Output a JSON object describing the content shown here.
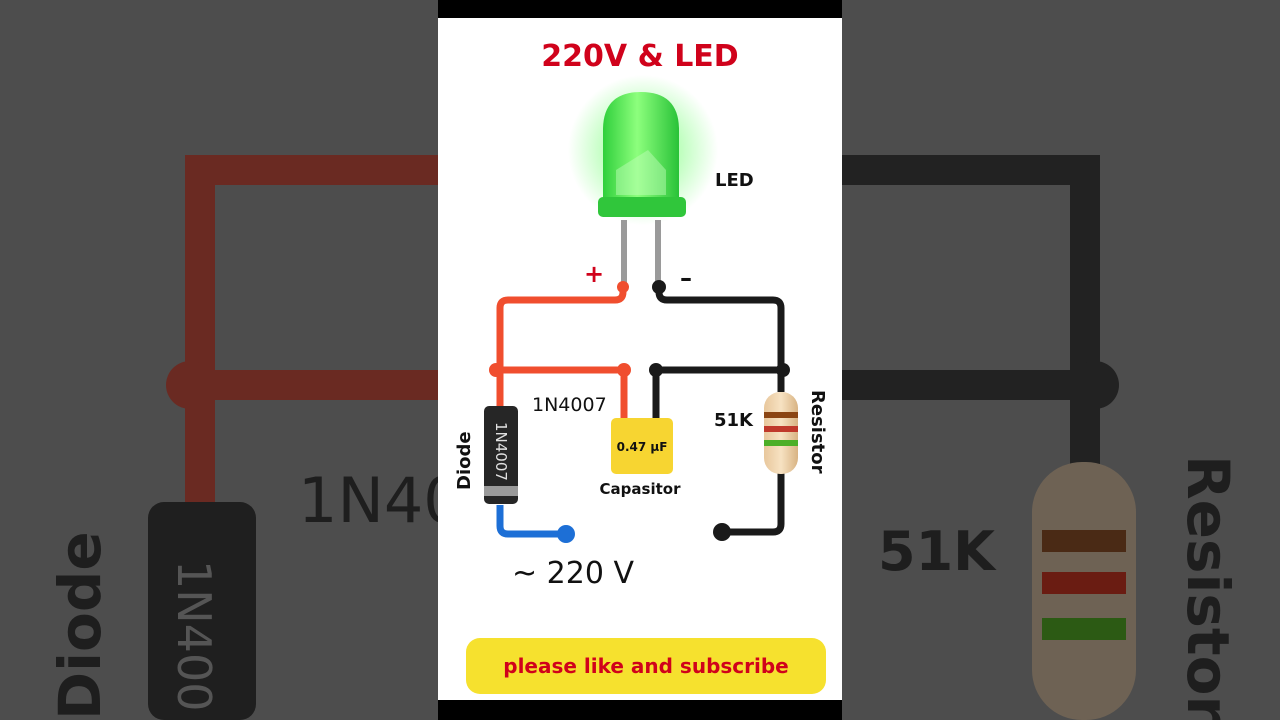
{
  "title": "220V & LED",
  "labels": {
    "led": "LED",
    "plus": "+",
    "minus": "–",
    "diode_code": "1N4007",
    "diode_body": "1N4007",
    "diode": "Diode",
    "capacitor_value": "0.47 µF",
    "capacitor": "Capasitor",
    "resistor_value": "51K",
    "resistor": "Resistor",
    "supply": "~ 220 V"
  },
  "background_labels": {
    "diode_code": "1N40",
    "diode_body": "1N400",
    "diode": "Diode",
    "resistor_value": "51K",
    "resistor": "Resistor"
  },
  "subscribe": "please like and subscribe",
  "colors": {
    "title": "#d0021b",
    "wire_red": "#f04e2e",
    "wire_black": "#1a1a1a",
    "wire_blue": "#1d6fd6",
    "led_green": "#39d94a",
    "capacitor": "#f7d531",
    "subscribe_bg": "#f6e12e",
    "subscribe_text": "#d0021b"
  },
  "icons": [
    "led-icon",
    "diode-icon",
    "capacitor-icon",
    "resistor-icon"
  ]
}
